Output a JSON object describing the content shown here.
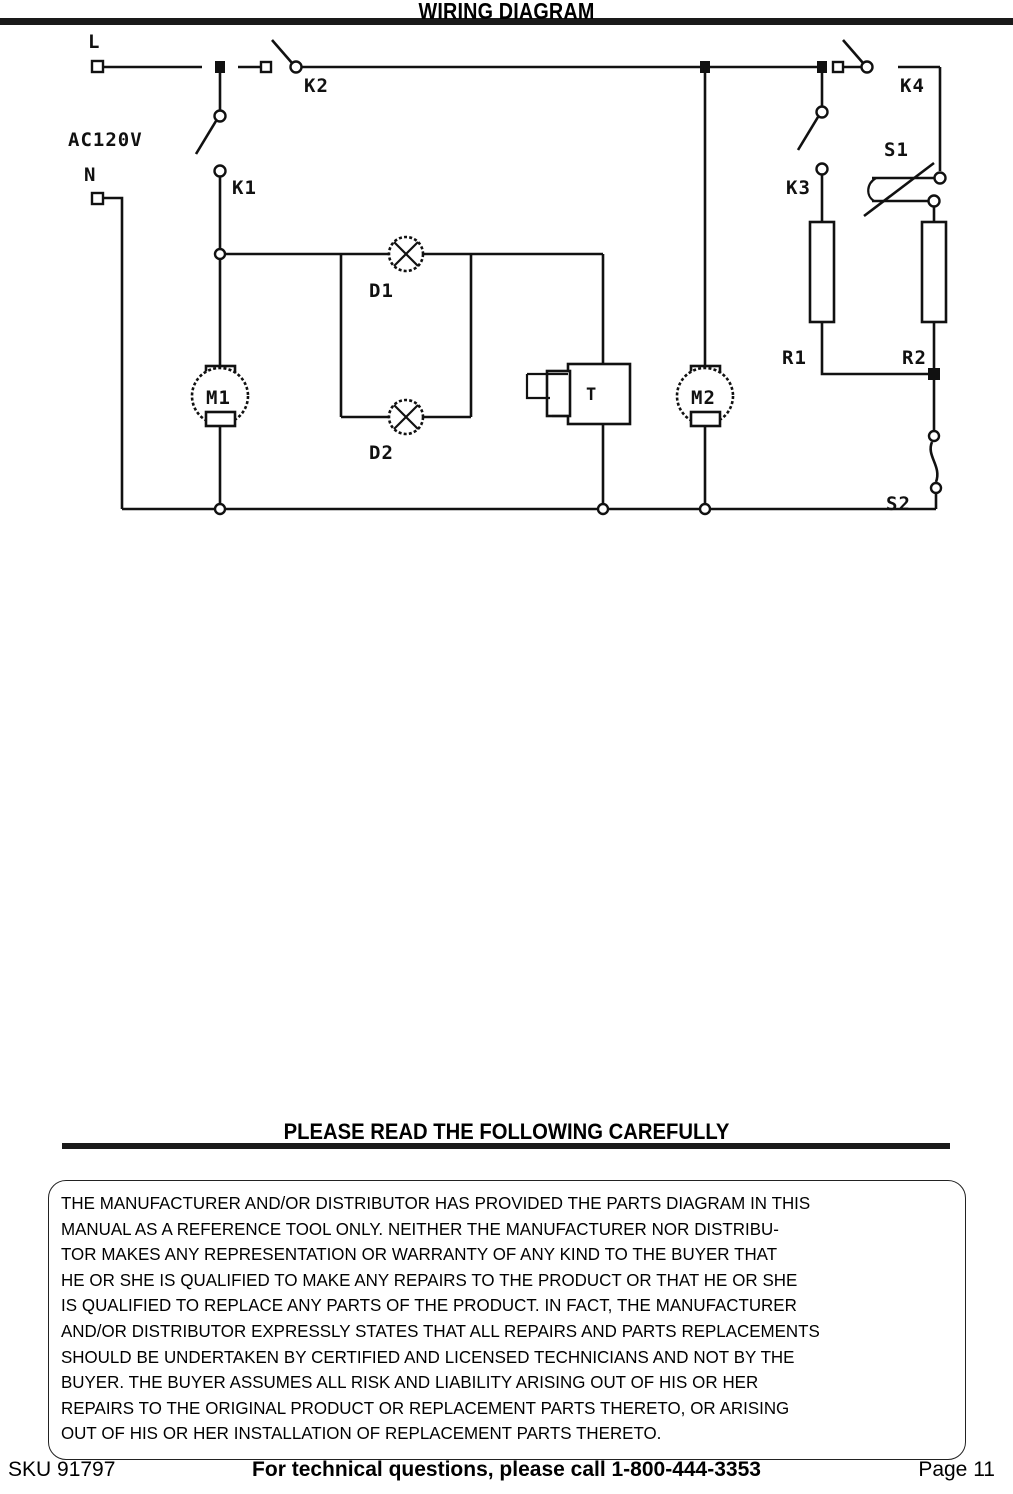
{
  "title": "WIRING DIAGRAM",
  "diagram": {
    "supply_label": "AC120V",
    "terminals": [
      {
        "id": "L",
        "label": "L"
      },
      {
        "id": "N",
        "label": "N"
      }
    ],
    "components": [
      {
        "id": "K1",
        "label": "K1",
        "type": "relay-contact-no"
      },
      {
        "id": "K2",
        "label": "K2",
        "type": "relay-contact-no"
      },
      {
        "id": "K3",
        "label": "K3",
        "type": "relay-contact-no"
      },
      {
        "id": "K4",
        "label": "K4",
        "type": "relay-contact-no"
      },
      {
        "id": "S1",
        "label": "S1",
        "type": "switch"
      },
      {
        "id": "S2",
        "label": "S2",
        "type": "thermal-switch"
      },
      {
        "id": "M1",
        "label": "M1",
        "type": "motor"
      },
      {
        "id": "M2",
        "label": "M2",
        "type": "motor"
      },
      {
        "id": "D1",
        "label": "D1",
        "type": "lamp"
      },
      {
        "id": "D2",
        "label": "D2",
        "type": "lamp"
      },
      {
        "id": "R1",
        "label": "R1",
        "type": "resistor"
      },
      {
        "id": "R2",
        "label": "R2",
        "type": "resistor"
      },
      {
        "id": "T",
        "label": "T",
        "type": "transformer"
      }
    ]
  },
  "read_heading": "PLEASE READ THE FOLLOWING CAREFULLY",
  "disclaimer": {
    "lines": [
      "THE MANUFACTURER AND/OR DISTRIBUTOR HAS PROVIDED THE PARTS DIAGRAM IN THIS",
      "MANUAL AS A REFERENCE TOOL ONLY.  NEITHER THE MANUFACTURER NOR DISTRIBU-",
      "TOR MAKES ANY REPRESENTATION OR WARRANTY OF ANY KIND TO THE BUYER THAT",
      "HE OR SHE IS QUALIFIED TO MAKE ANY REPAIRS TO THE PRODUCT OR THAT HE OR SHE",
      "IS QUALIFIED TO REPLACE ANY PARTS OF THE PRODUCT.  IN FACT, THE MANUFACTURER",
      "AND/OR DISTRIBUTOR EXPRESSLY STATES THAT ALL REPAIRS AND PARTS REPLACEMENTS",
      "SHOULD BE UNDERTAKEN BY CERTIFIED AND LICENSED TECHNICIANS AND NOT BY THE",
      "BUYER. THE BUYER ASSUMES ALL RISK AND LIABILITY ARISING OUT OF HIS OR HER",
      "REPAIRS TO THE ORIGINAL PRODUCT OR REPLACEMENT PARTS THERETO, OR ARISING",
      "OUT OF HIS OR HER INSTALLATION OF REPLACEMENT PARTS THERETO."
    ]
  },
  "footer": {
    "sku": "SKU 91797",
    "tech": "For technical questions, please call 1-800-444-3353",
    "page": "Page 11"
  }
}
